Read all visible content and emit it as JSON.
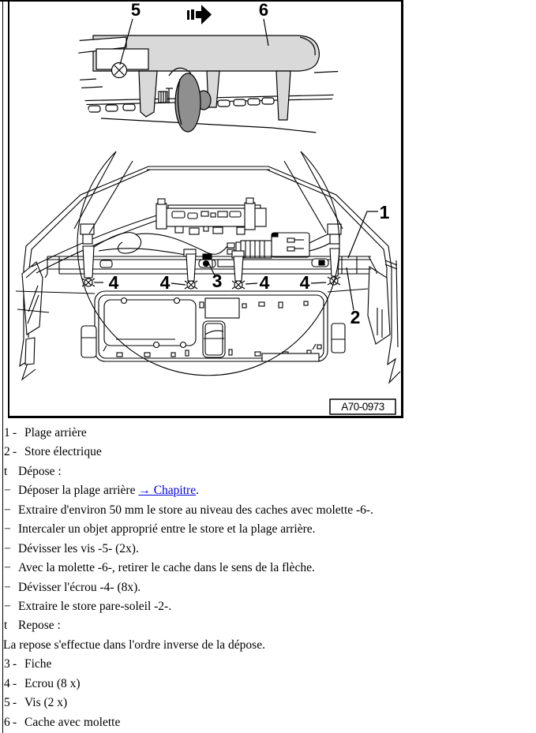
{
  "figure": {
    "code": "A70-0973",
    "labels": {
      "l1": "1",
      "l2": "2",
      "l3": "3",
      "l4": "4",
      "l5": "5",
      "l6": "6"
    },
    "colors": {
      "light_gray": "#d9d9d9",
      "dark_gray": "#8f8f8f",
      "line": "#000000"
    }
  },
  "lines": [
    {
      "type": "num",
      "marker": "1",
      "dash": "-",
      "text": "Plage arrière"
    },
    {
      "type": "num",
      "marker": "2",
      "dash": "-",
      "text": "Store électrique"
    },
    {
      "type": "sec",
      "marker": "t",
      "text": "Dépose :"
    },
    {
      "type": "step",
      "marker": "−",
      "pre": "Déposer la plage arrière ",
      "link": "→ Chapitre",
      "post": "."
    },
    {
      "type": "step",
      "marker": "−",
      "text": "Extraire d'environ 50 mm le store au niveau des caches avec molette -6-."
    },
    {
      "type": "step",
      "marker": "−",
      "text": "Intercaler un objet approprié entre le store et la plage arrière."
    },
    {
      "type": "step",
      "marker": "−",
      "text": "Dévisser les vis -5- (2x)."
    },
    {
      "type": "step",
      "marker": "−",
      "text": "Avec la molette -6-, retirer le cache dans le sens de la flèche."
    },
    {
      "type": "step",
      "marker": "−",
      "text": "Dévisser l'écrou -4- (8x)."
    },
    {
      "type": "step",
      "marker": "−",
      "text": "Extraire le store pare-soleil -2-."
    },
    {
      "type": "sec",
      "marker": "t",
      "text": "Repose :"
    },
    {
      "type": "plain",
      "text": "La repose s'effectue dans l'ordre inverse de la dépose."
    },
    {
      "type": "num",
      "marker": "3",
      "dash": "-",
      "text": "Fiche"
    },
    {
      "type": "num",
      "marker": "4",
      "dash": "-",
      "text": "Ecrou (8 x)"
    },
    {
      "type": "num",
      "marker": "5",
      "dash": "-",
      "text": "Vis (2 x)"
    },
    {
      "type": "num",
      "marker": "6",
      "dash": "-",
      "text": "Cache avec molette"
    }
  ]
}
